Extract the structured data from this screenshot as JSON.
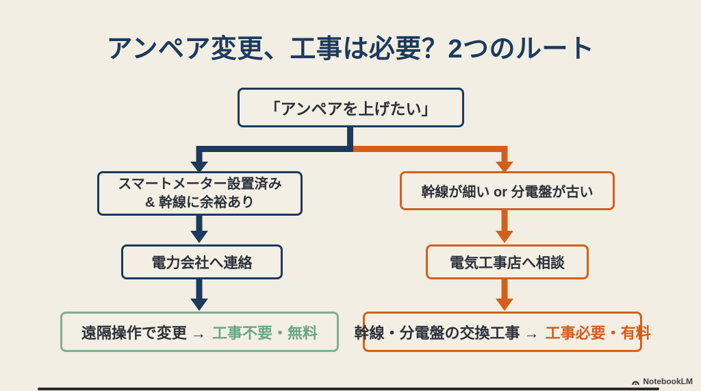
{
  "title": "アンペア変更、工事は必要？2つのルート",
  "colors": {
    "background": "#f2eee3",
    "navy": "#1c3a5c",
    "orange": "#d2601c",
    "green_border": "#7fae90",
    "green_text": "#6ca586",
    "orange_text": "#d65a1d",
    "text_dark": "#2b3039"
  },
  "flowchart": {
    "start": "「アンペアを上げたい」",
    "left_route": {
      "condition_line1": "スマートメーター設置済み",
      "condition_line2": "& 幹線に余裕あり",
      "action": "電力会社へ連絡",
      "result_text": "遠隔操作で変更 →",
      "result_highlight": "工事不要・無料"
    },
    "right_route": {
      "condition": "幹線が細い or 分電盤が古い",
      "action": "電気工事店へ相談",
      "result_text": "幹線・分電盤の交換工事 →",
      "result_highlight": "工事必要・有料"
    }
  },
  "watermark": "NotebookLM"
}
